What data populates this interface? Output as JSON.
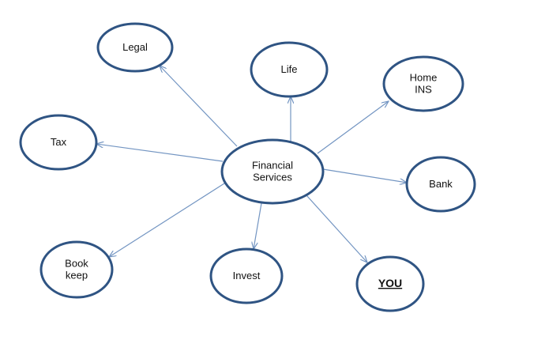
{
  "colors": {
    "node_stroke": "#2f5483",
    "edge": "#7395c2",
    "text": "#111111"
  },
  "center": {
    "id": "financial",
    "lines": [
      "Financial",
      "Services"
    ]
  },
  "nodes": [
    {
      "id": "legal",
      "lines": [
        "Legal"
      ]
    },
    {
      "id": "life",
      "lines": [
        "Life"
      ]
    },
    {
      "id": "home",
      "lines": [
        "Home",
        "INS"
      ]
    },
    {
      "id": "tax",
      "lines": [
        "Tax"
      ]
    },
    {
      "id": "bank",
      "lines": [
        "Bank"
      ]
    },
    {
      "id": "book",
      "lines": [
        "Book",
        "keep"
      ]
    },
    {
      "id": "invest",
      "lines": [
        "Invest"
      ]
    },
    {
      "id": "you",
      "lines": [
        "YOU"
      ],
      "emphasis": true
    }
  ],
  "edges": [
    {
      "from": "financial",
      "to": "legal"
    },
    {
      "from": "financial",
      "to": "life"
    },
    {
      "from": "financial",
      "to": "home"
    },
    {
      "from": "financial",
      "to": "tax"
    },
    {
      "from": "financial",
      "to": "bank"
    },
    {
      "from": "financial",
      "to": "book"
    },
    {
      "from": "financial",
      "to": "invest"
    },
    {
      "from": "financial",
      "to": "you"
    }
  ]
}
